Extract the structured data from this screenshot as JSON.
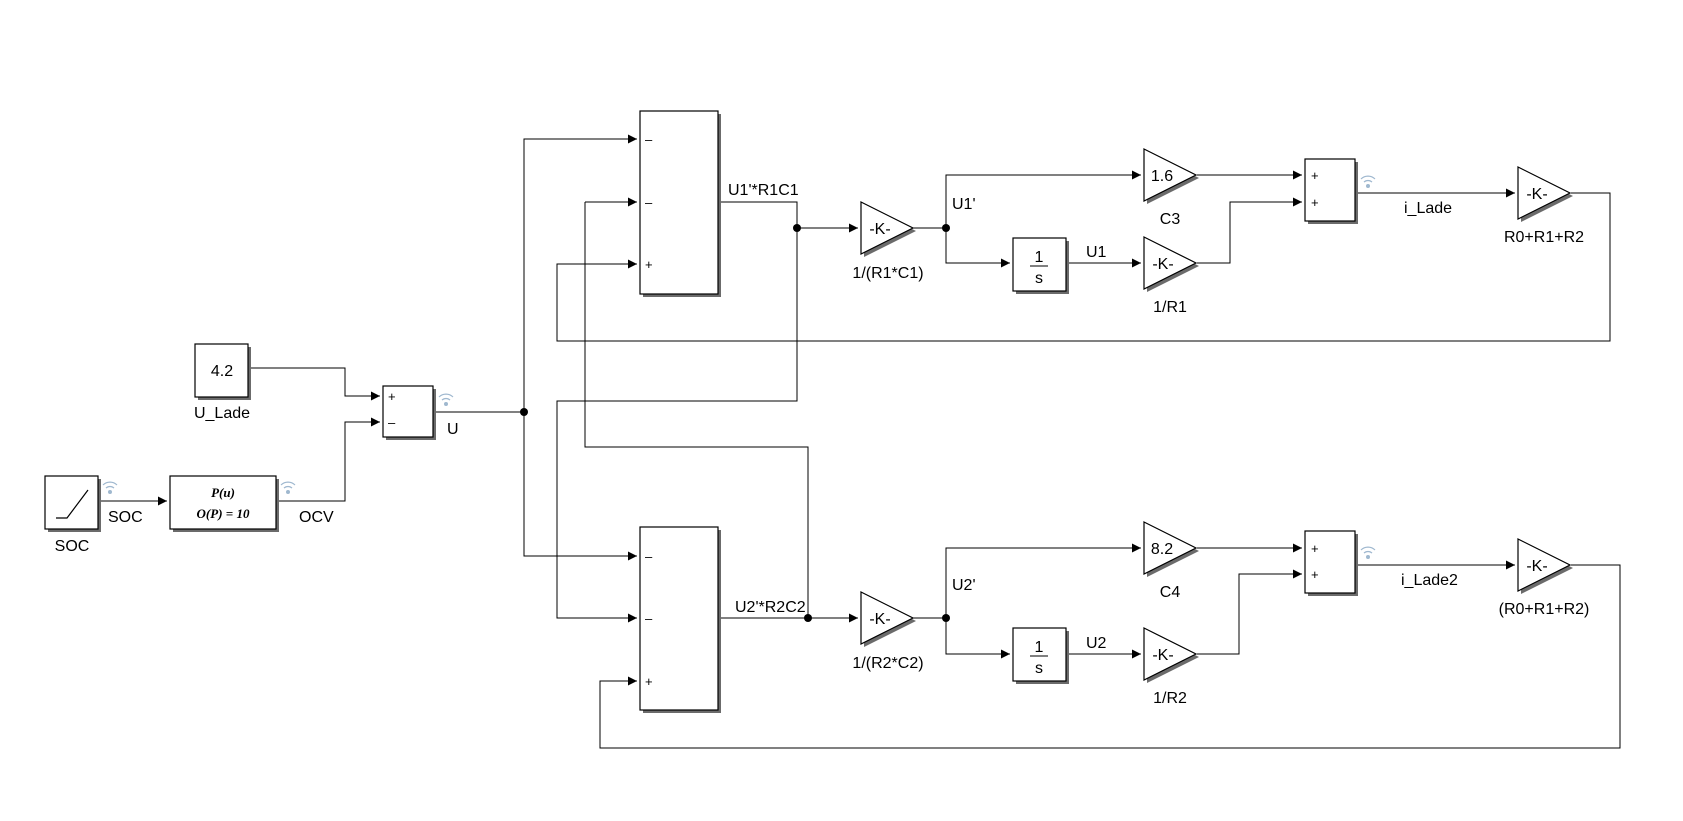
{
  "blocks": {
    "soc_source": {
      "name": "SOC"
    },
    "const_ulade": {
      "value": "4.2",
      "name": "U_Lade"
    },
    "fcn": {
      "line1": "P(u)",
      "line2": "O(P) = 10"
    },
    "sum_main": {
      "sign1": "+",
      "sign2": "–"
    },
    "sum_top3": {
      "sign1": "–",
      "sign2": "–",
      "sign3": "+"
    },
    "sum_bot3": {
      "sign1": "–",
      "sign2": "–",
      "sign3": "+"
    },
    "gain_k": "-K-",
    "gain_top1_name": "1/(R1*C1)",
    "gain_bot1_name": "1/(R2*C2)",
    "gain_c3": {
      "value": "1.6",
      "name": "C3"
    },
    "gain_c4": {
      "value": "8.2",
      "name": "C4"
    },
    "gain_r1_name": "1/R1",
    "gain_r2_name": "1/R2",
    "integrator": {
      "num": "1",
      "den": "s"
    },
    "sum_top2": {
      "sign1": "+",
      "sign2": "+"
    },
    "sum_bot2": {
      "sign1": "+",
      "sign2": "+"
    },
    "gain_out_top_name": "R0+R1+R2",
    "gain_out_bot_name": "(R0+R1+R2)"
  },
  "signals": {
    "soc": "SOC",
    "ocv": "OCV",
    "u": "U",
    "u1_r1c1": "U1'*R1C1",
    "u1_prime": "U1'",
    "u1": "U1",
    "i_lade": "i_Lade",
    "u2_r2c2": "U2'*R2C2",
    "u2_prime": "U2'",
    "u2": "U2",
    "i_lade2": "i_Lade2"
  },
  "colors": {
    "line": "#000000",
    "block_shadow": "#6b6b6b",
    "log_indicator": "#9fb8cf"
  }
}
